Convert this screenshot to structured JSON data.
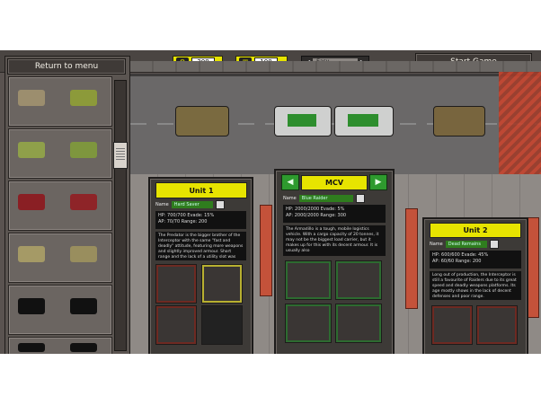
{
  "topbar": {
    "return_label": "Return to menu",
    "start_label": "Start Game",
    "resource1_value": "200",
    "resource2_value": "100",
    "speed_value": "Easy"
  },
  "cards": {
    "left": {
      "title": "Unit 1",
      "name_label": "Name",
      "name_value": "Hard Saver",
      "stats": [
        "HP: 700/700  Evade: 15%",
        "AP: 70/70  Range: 200"
      ],
      "description": "The Predator is the bigger brother of the Interceptor with the same \"fast and deadly\" attitude, featuring more weapons and slightly improved armour. Short range and the lack of a utility slot was"
    },
    "center": {
      "title": "MCV",
      "name_label": "Name",
      "name_value": "Blue Raider",
      "stats": [
        "HP: 2000/2000  Evade: 5%",
        "AP: 2000/2000  Range: 300"
      ],
      "description": "The Armadillo is a tough, mobile logistics vehicle. With a cargo capacity of 20 tonnes, it may not be the biggest load carrier, but it makes up for this with its decent armour. It is usually also"
    },
    "right": {
      "title": "Unit 2",
      "name_label": "Name",
      "name_value": "Dead Remains",
      "stats": [
        "HP: 600/600  Evade: 45%",
        "AP: 60/60  Range: 200"
      ],
      "description": "Long out of production, the Interceptor is still a favourite of Raiders due to its great speed and deadly weapons platforms. Its age mostly shows in the lack of decent defenses and poor range."
    }
  },
  "colors": {
    "accent": "#e7e400",
    "panel": "#3d3a37",
    "green": "#2e9a2e"
  }
}
